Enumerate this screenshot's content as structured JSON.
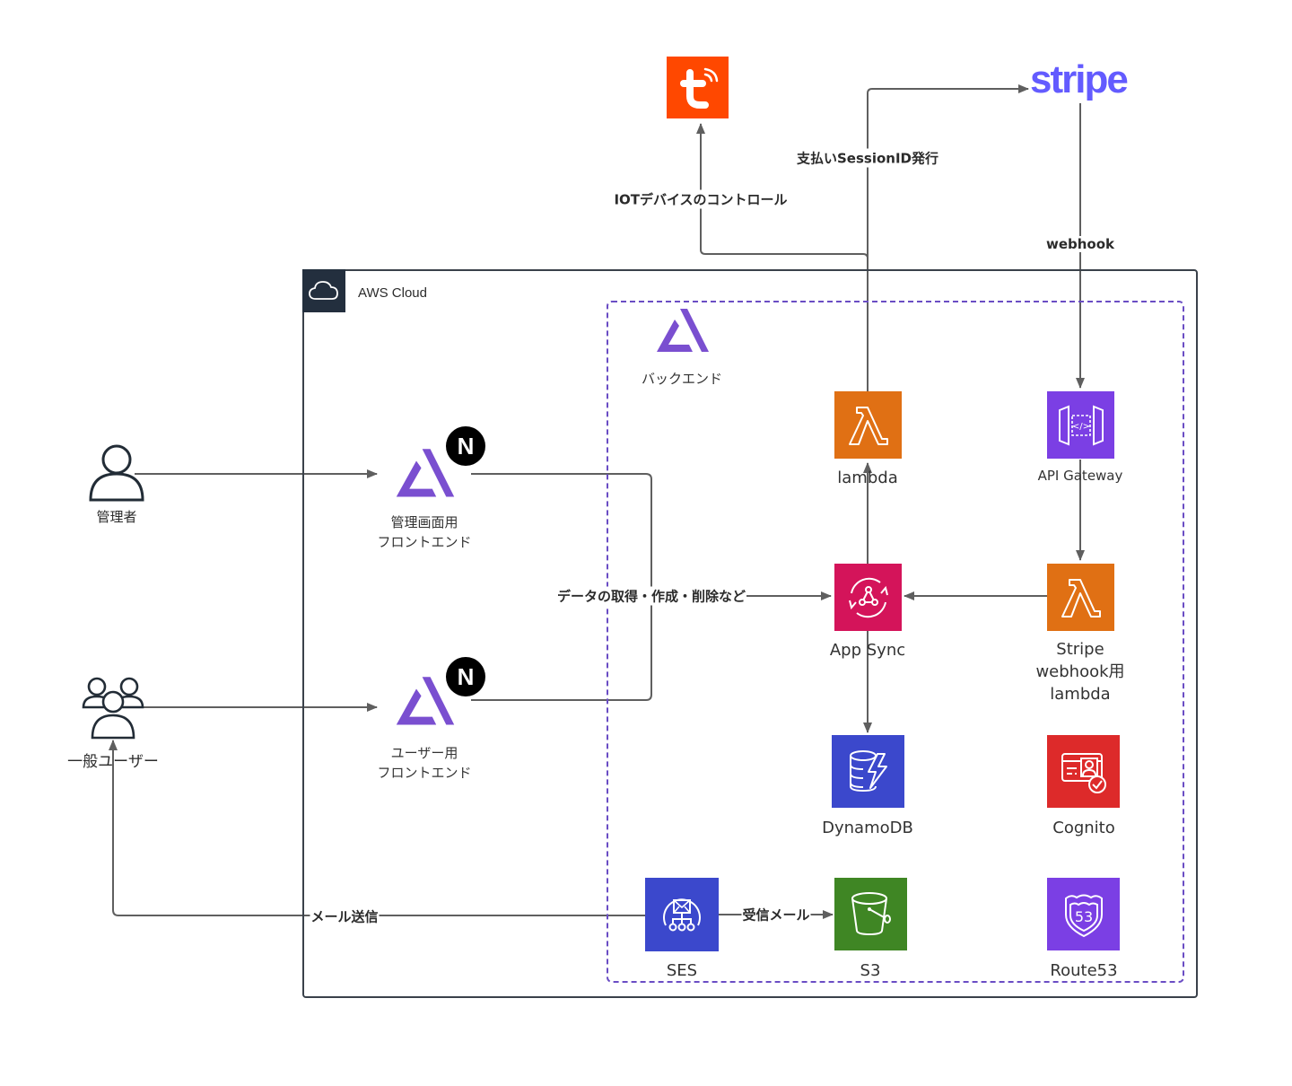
{
  "colors": {
    "line": "#5f5f5f",
    "aws_frame": "#3a414a",
    "backend_border": "#6a4dc4",
    "lambda": "#e07014",
    "appsync": "#d4145a",
    "api_gateway": "#7b3fe4",
    "dynamodb": "#3b48cc",
    "cognito": "#dd2a2a",
    "ses": "#3b48cc",
    "s3": "#3f8624",
    "route53": "#7b3fe4",
    "amplify": "#7a4fd0",
    "tuya": "#ff4800",
    "stripe": "#635bff"
  },
  "external": {
    "tuya": {
      "name": "tuya-icon"
    },
    "stripe": {
      "label": "stripe"
    }
  },
  "aws_cloud": {
    "title": "AWS Cloud"
  },
  "backend": {
    "title": "バックエンド"
  },
  "actors": {
    "admin": {
      "label": "管理者"
    },
    "users": {
      "label": "一般ユーザー"
    }
  },
  "frontends": {
    "admin": {
      "line1": "管理画面用",
      "line2": "フロントエンド",
      "badge": "N"
    },
    "user": {
      "line1": "ユーザー用",
      "line2": "フロントエンド",
      "badge": "N"
    }
  },
  "services": {
    "lambda": {
      "label": "lambda"
    },
    "api_gateway": {
      "label": "API Gateway"
    },
    "appsync": {
      "label": "App Sync"
    },
    "stripe_lambda": {
      "line1": "Stripe",
      "line2": "webhook用",
      "line3": "lambda"
    },
    "dynamodb": {
      "label": "DynamoDB"
    },
    "cognito": {
      "label": "Cognito"
    },
    "ses": {
      "label": "SES"
    },
    "s3": {
      "label": "S3"
    },
    "route53": {
      "label": "Route53",
      "badge_text": "53"
    }
  },
  "edges": {
    "iot_control": "IOTデバイスのコントロール",
    "payment_session": "支払いSessionID発行",
    "webhook": "webhook",
    "data_ops": "データの取得・作成・削除など",
    "mail_send": "メール送信",
    "mail_receive": "受信メール"
  }
}
